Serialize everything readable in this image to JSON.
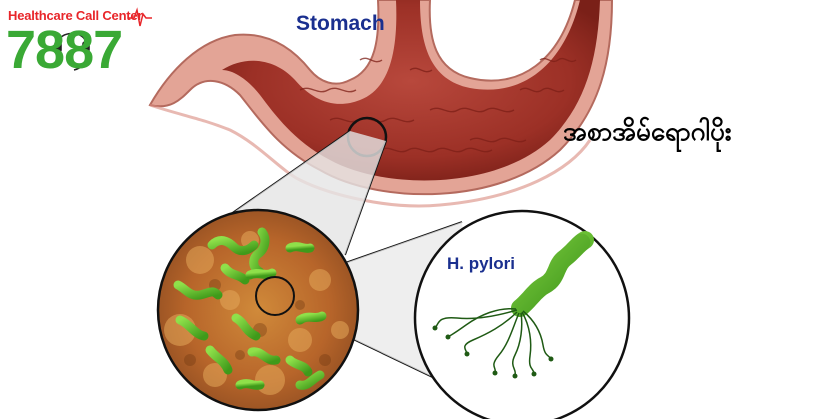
{
  "logo": {
    "line": "Healthcare Call Center",
    "number": "7887"
  },
  "labels": {
    "stomach": "Stomach",
    "bacterium": "H. pylori",
    "title": "အစာအိမ်ရောဂါပိုး"
  },
  "colors": {
    "logo_red": "#e8262a",
    "logo_green": "#3aa935",
    "label_blue": "#1a2f8f",
    "stomach_outer": "#d98a7e",
    "stomach_inner": "#a8372e",
    "bacteria_green": "#5fbf2a"
  },
  "icons": [
    "headset-icon",
    "heartbeat-icon",
    "magnifier-circle-icon"
  ]
}
